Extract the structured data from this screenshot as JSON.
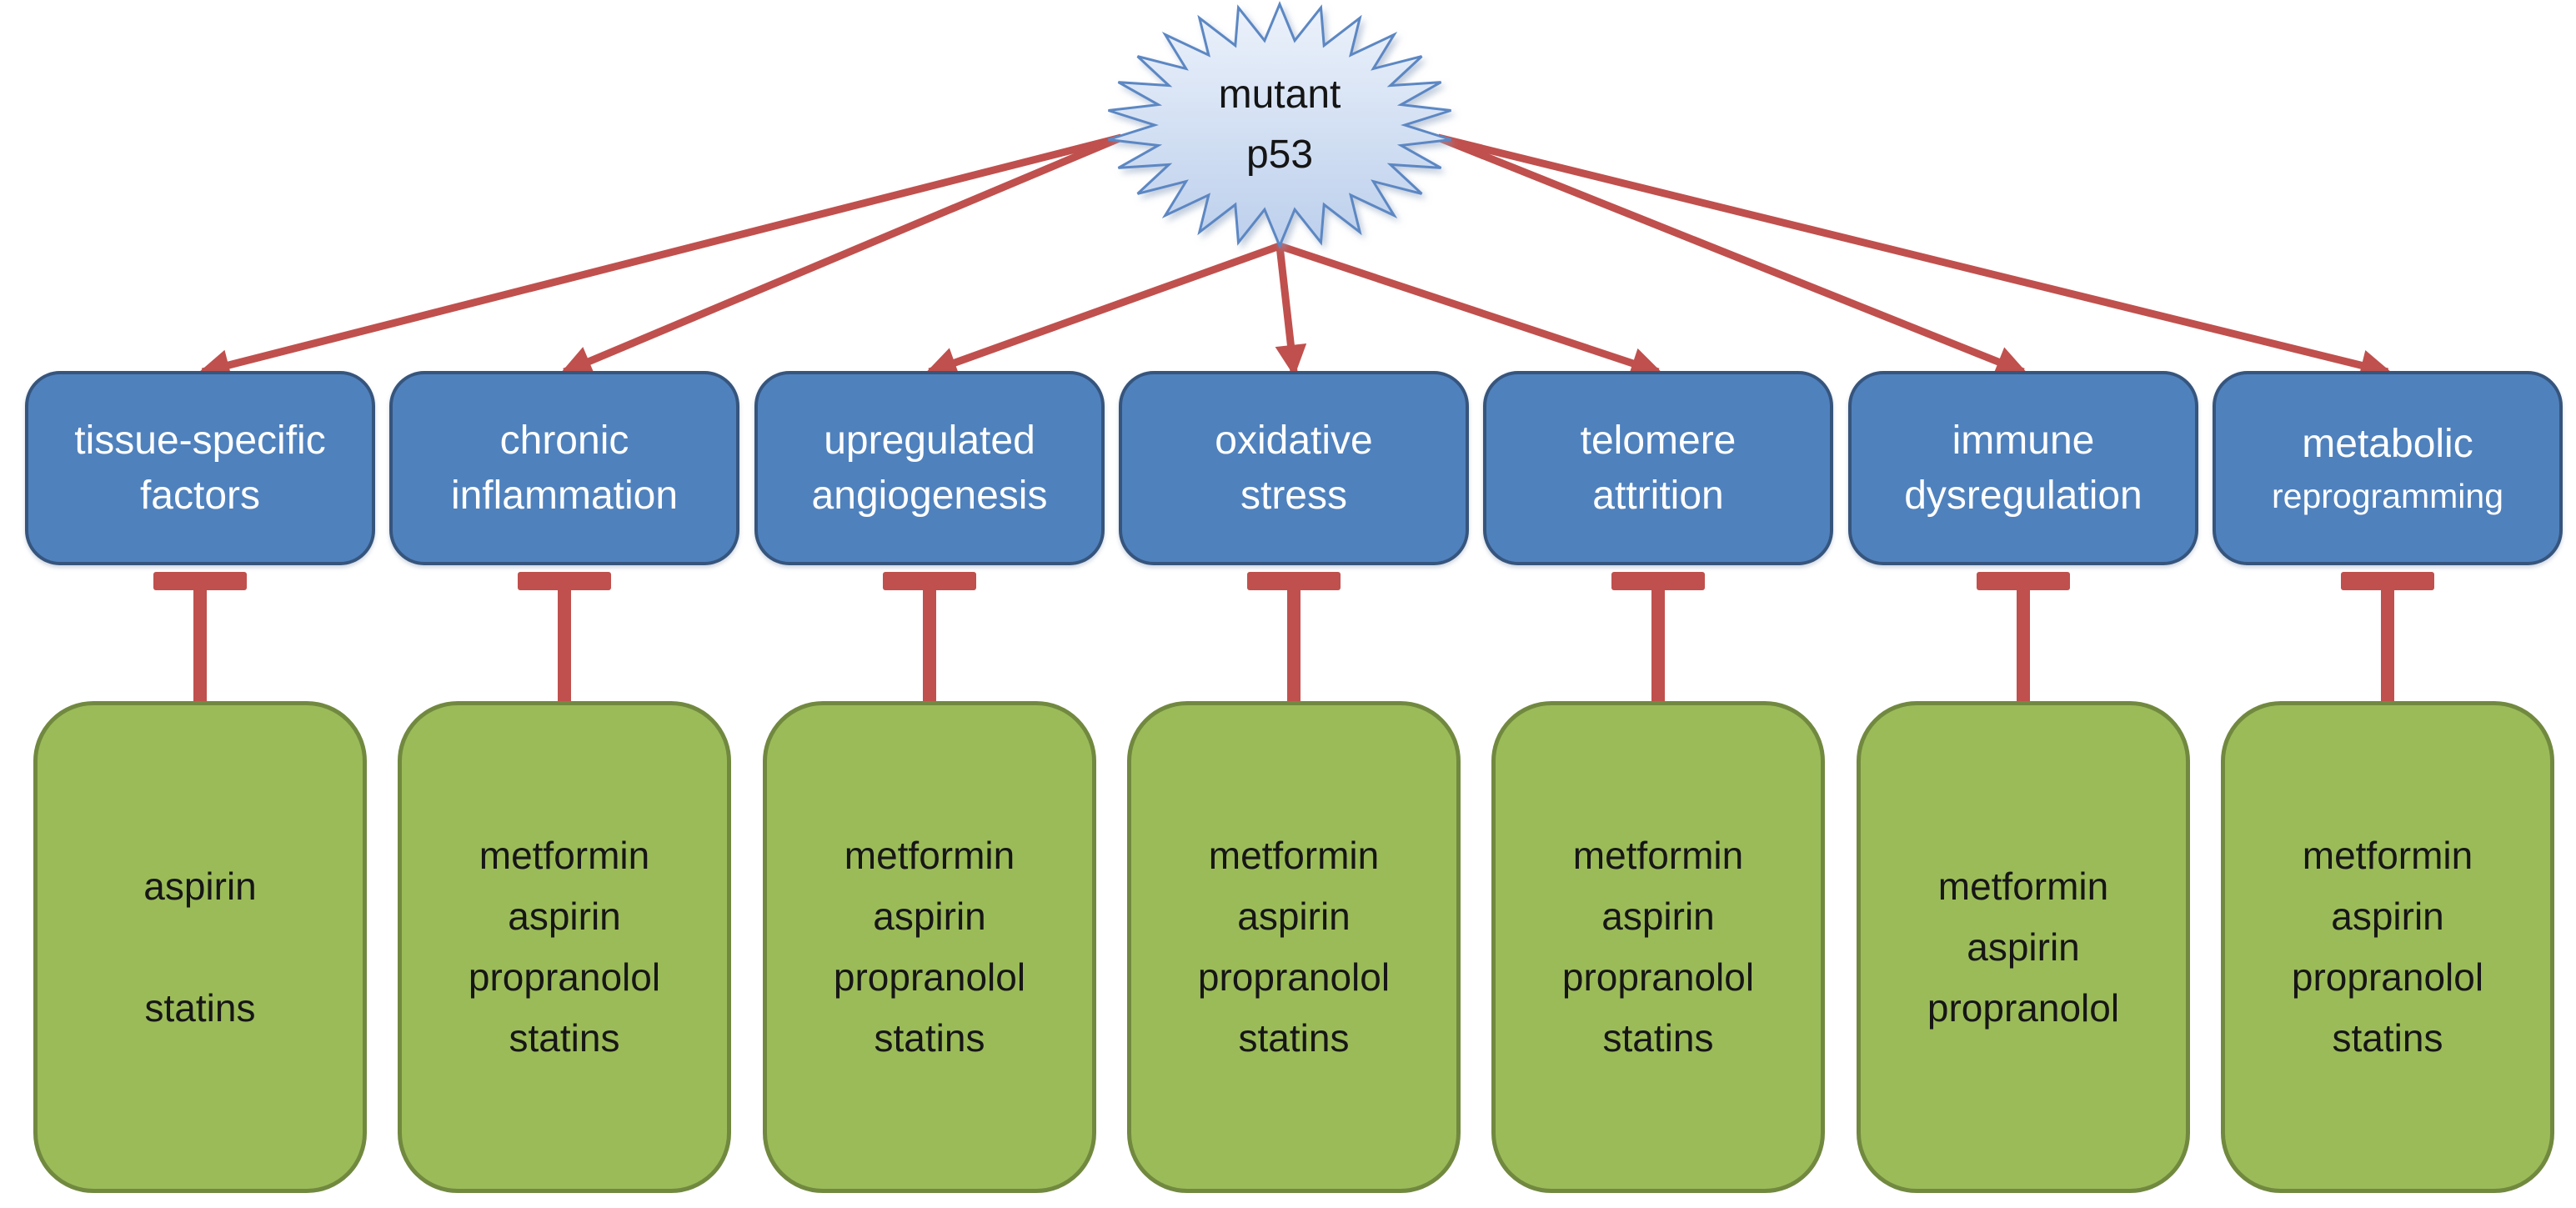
{
  "diagram": {
    "root": {
      "line1": "mutant",
      "line2": "p53"
    },
    "hallmarks": [
      {
        "line1": "tissue-specific",
        "line2": "factors"
      },
      {
        "line1": "chronic",
        "line2": "inflammation"
      },
      {
        "line1": "upregulated",
        "line2": "angiogenesis"
      },
      {
        "line1": "oxidative",
        "line2": "stress"
      },
      {
        "line1": "telomere",
        "line2": "attrition"
      },
      {
        "line1": "immune",
        "line2": "dysregulation"
      },
      {
        "line1": "metabolic",
        "line2": "reprogramming"
      }
    ],
    "drug_boxes": [
      {
        "drugs": [
          "aspirin",
          "",
          "statins"
        ]
      },
      {
        "drugs": [
          "metformin",
          "aspirin",
          "propranolol",
          "statins"
        ]
      },
      {
        "drugs": [
          "metformin",
          "aspirin",
          "propranolol",
          "statins"
        ]
      },
      {
        "drugs": [
          "metformin",
          "aspirin",
          "propranolol",
          "statins"
        ]
      },
      {
        "drugs": [
          "metformin",
          "aspirin",
          "propranolol",
          "statins"
        ]
      },
      {
        "drugs": [
          "metformin",
          "aspirin",
          "propranolol"
        ]
      },
      {
        "drugs": [
          "metformin",
          "aspirin",
          "propranolol",
          "statins"
        ]
      }
    ]
  },
  "colors": {
    "background": "#ffffff",
    "hallmark_fill": "#4f81bd",
    "hallmark_border": "#36557d",
    "hallmark_text": "#ffffff",
    "drug_fill": "#9bbb59",
    "drug_border": "#71893f",
    "drug_text": "#161616",
    "connector_red": "#c0504d",
    "starburst_fill_top": "#ecf2fb",
    "starburst_fill_bottom": "#bccfec",
    "starburst_border": "#5b87c3"
  }
}
